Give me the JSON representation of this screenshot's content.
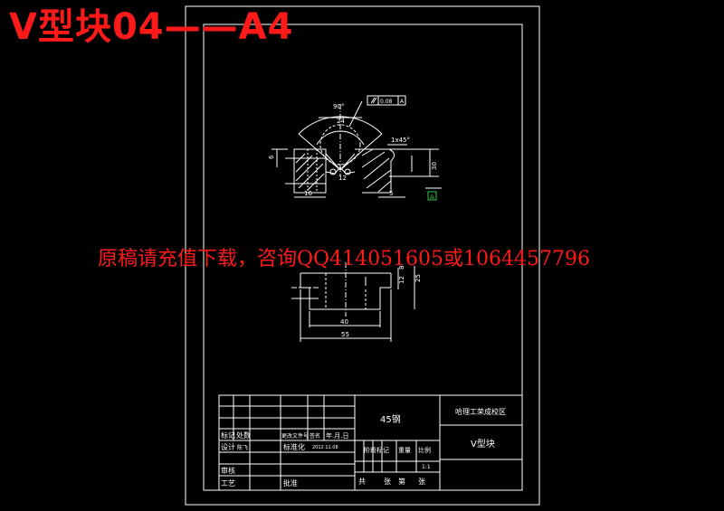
{
  "overlay_title": "V型块04——A4",
  "watermark": "原稿请充值下载，咨询QQ414051605或1064457796",
  "dimensions": {
    "angle": "90°",
    "tolerance_value": "0.08",
    "tolerance_datum": "A",
    "chamfer": "1x45°",
    "d1": "24",
    "d2": "6",
    "d3": "12",
    "d4": "30",
    "d5": "16",
    "d6": "5",
    "d7": "8",
    "d8": "12",
    "d9": "25",
    "len40": "40",
    "len55": "55",
    "datum_label": "A"
  },
  "title_block": {
    "material": "45钢",
    "institute": "哈理工荣成校区",
    "part_name": "V型块",
    "mark_label": "标记",
    "count_label": "处数",
    "doc_label": "更改文件号",
    "sign_label": "签名",
    "date_label": "年.月.日",
    "design_label": "设计",
    "designer": "陈飞",
    "std_label": "标准化",
    "date_value": "2012.11.08",
    "stage_label": "阶段标记",
    "weight_label": "重量",
    "scale_label": "比例",
    "scale_value": "1:1",
    "review_label": "审核",
    "process_label": "工艺",
    "approve_label": "批准",
    "total_label": "共",
    "sheet_label": "张",
    "page_label": "第",
    "sheet_label2": "张"
  }
}
